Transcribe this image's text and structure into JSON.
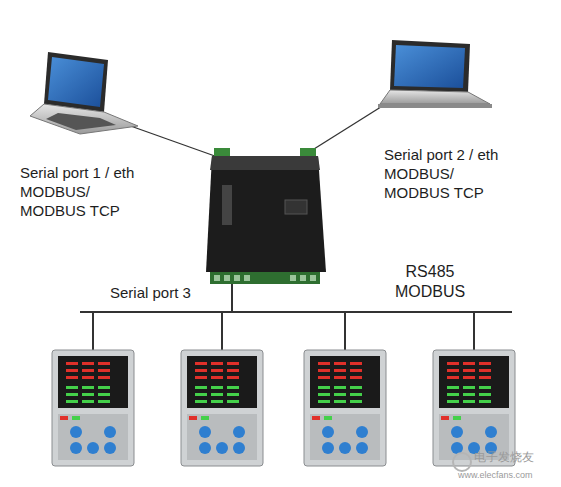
{
  "diagram": {
    "labels": [
      "Serial port 1 / eth MODBUS/ MODBUS TCP",
      "Serial port 2 / eth MODBUS/ MODBUS TCP",
      "Serial port 3",
      "RS485 MODBUS",
      "电子发烧友",
      "www.elecfans.com"
    ]
  }
}
